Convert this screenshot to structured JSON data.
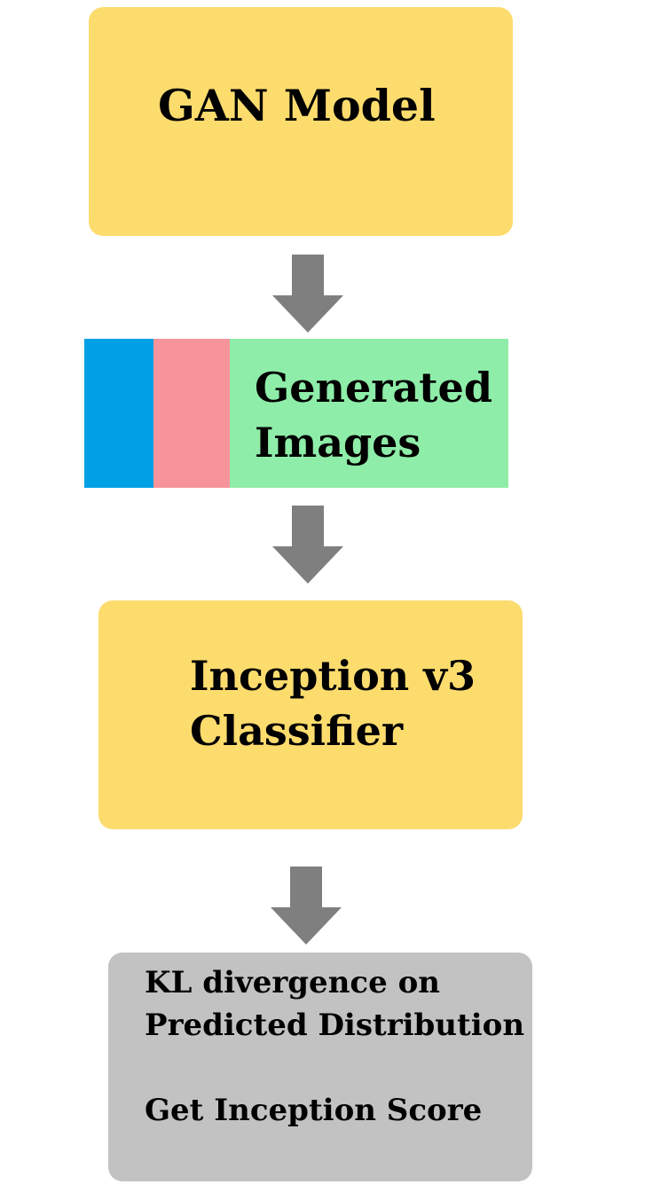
{
  "colors": {
    "yellow_box": "#fddc6e",
    "gray_box": "#c2c2c2",
    "arrow": "#7f7f7f",
    "strip_blue": "#00a0e6",
    "strip_pink": "#f7949b",
    "strip_green": "#8eeda8"
  },
  "nodes": {
    "gan_model": {
      "label": "GAN Model"
    },
    "generated_images": {
      "line1": "Generated",
      "line2": "Images"
    },
    "inception_classifier": {
      "line1": "Inception v3",
      "line2": "Classifier"
    },
    "score_box": {
      "line1": "KL divergence on",
      "line2": "Predicted Distribution",
      "line3": "Get Inception Score"
    }
  },
  "arrows": [
    {
      "icon": "down-arrow-icon"
    },
    {
      "icon": "down-arrow-icon"
    },
    {
      "icon": "down-arrow-icon"
    }
  ]
}
